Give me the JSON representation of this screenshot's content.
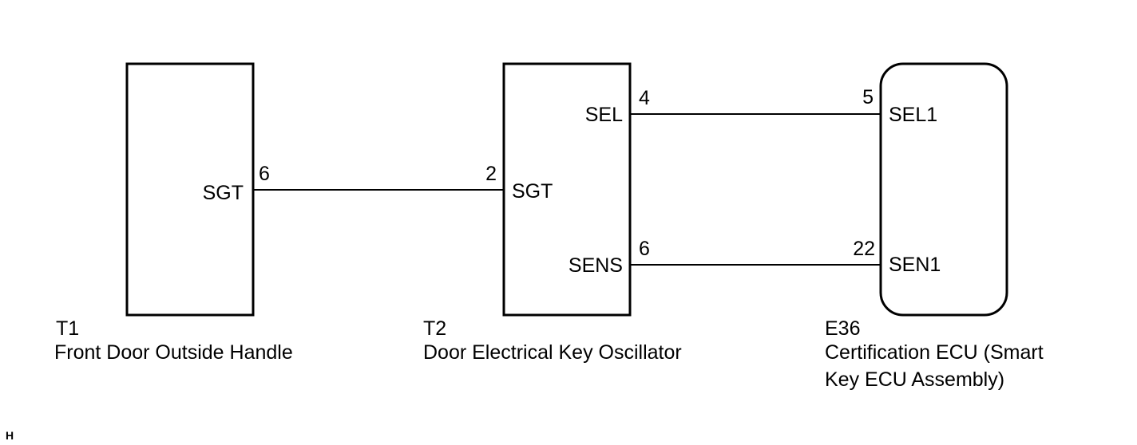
{
  "components": {
    "t1": {
      "code": "T1",
      "name": "Front Door Outside Handle",
      "pins": {
        "sgt": {
          "label": "SGT",
          "number": "6"
        }
      }
    },
    "t2": {
      "code": "T2",
      "name": "Door Electrical Key Oscillator",
      "pins": {
        "sel": {
          "label": "SEL",
          "number": "4"
        },
        "sgt": {
          "label": "SGT",
          "number": "2"
        },
        "sens": {
          "label": "SENS",
          "number": "6"
        }
      }
    },
    "e36": {
      "code": "E36",
      "name_line1": "Certification ECU (Smart",
      "name_line2": "Key ECU Assembly)",
      "pins": {
        "sel1": {
          "label": "SEL1",
          "number": "5"
        },
        "sen1": {
          "label": "SEN1",
          "number": "22"
        }
      }
    }
  },
  "corner_mark": "H"
}
